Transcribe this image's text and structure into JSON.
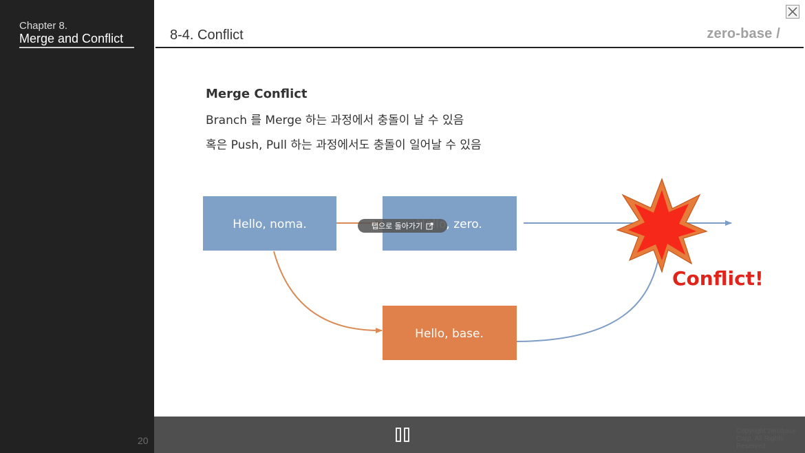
{
  "sidebar": {
    "chapter_label": "Chapter 8.",
    "chapter_title": "Merge and Conflict"
  },
  "slide": {
    "title": "8-4. Conflict",
    "brand": "zero-base /",
    "heading": "Merge Conflict",
    "lines": [
      "Branch 를 Merge 하는 과정에서 충돌이 날 수 있음",
      "혹은 Push, Pull 하는 과정에서도 충돌이 일어날 수 있음"
    ]
  },
  "diagram": {
    "boxes": {
      "noma": "Hello, noma.",
      "zero": "Hello, zero.",
      "base": "Hello, base."
    },
    "conflict_label": "Conflict!",
    "colors": {
      "blue_box": "#7fa1c8",
      "orange_box": "#e0804a",
      "blue_arrow": "#7d9dc6",
      "orange_arrow": "#d98a55",
      "star_outer": "#e77b3a",
      "star_inner": "#f5281a",
      "conflict_text": "#e2231a"
    }
  },
  "tooltip": {
    "label": "탭으로 돌아가기",
    "icon": "external-link-icon"
  },
  "footer": {
    "page_number": "20",
    "copyright": "Copyright zerobase Corp. All Rights Reserved",
    "pause_icon": "pause-icon"
  },
  "window": {
    "close_icon": "close-icon"
  }
}
